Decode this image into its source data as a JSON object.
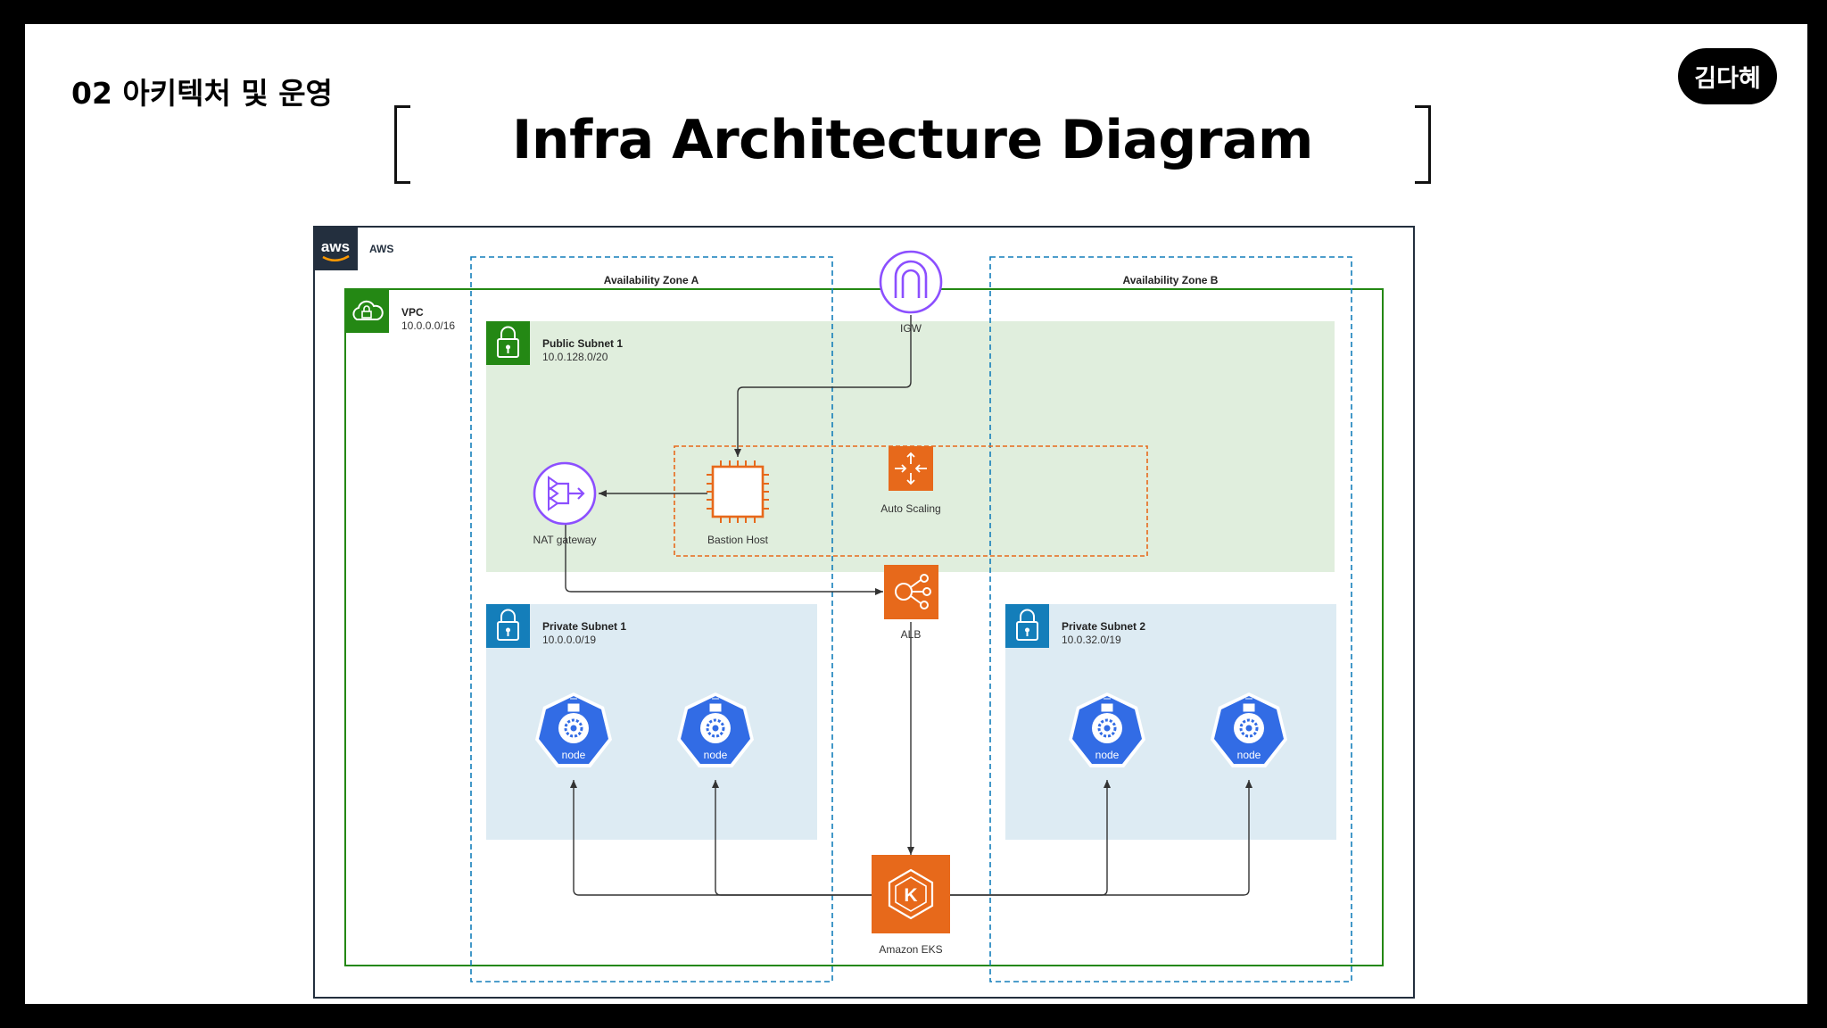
{
  "header": {
    "section": "02 아키텍처 및 운영",
    "author": "김다혜",
    "title": "Infra Architecture Diagram"
  },
  "diagram": {
    "aws_logo": "aws",
    "aws_label": "AWS",
    "vpc": {
      "label": "VPC",
      "cidr": "10.0.0.0/16"
    },
    "zone_a": "Availability Zone A",
    "zone_b": "Availability Zone B",
    "public_subnet": {
      "label": "Public Subnet 1",
      "cidr": "10.0.128.0/20"
    },
    "private_subnet_1": {
      "label": "Private Subnet 1",
      "cidr": "10.0.0.0/19"
    },
    "private_subnet_2": {
      "label": "Private Subnet 2",
      "cidr": "10.0.32.0/19"
    },
    "igw": "IGW",
    "nat": "NAT gateway",
    "bastion": "Bastion Host",
    "autoscaling": "Auto Scaling",
    "alb": "ALB",
    "eks": "Amazon EKS",
    "eks_letter": "K",
    "node_label": "node",
    "icons": {
      "aws": "aws-logo-icon",
      "vpc": "cloud-lock-icon",
      "subnet": "padlock-icon",
      "igw": "internet-gateway-icon",
      "nat": "nat-gateway-icon",
      "bastion": "ec2-chip-icon",
      "autoscaling": "auto-scaling-icon",
      "alb": "load-balancer-icon",
      "eks": "eks-icon",
      "node": "kubernetes-node-icon"
    },
    "colors": {
      "aws_dark": "#232f3e",
      "vpc_green": "#248814",
      "public_fill": "#e0eedd",
      "private_fill": "#ddebf3",
      "subnet_blue": "#147eba",
      "zone_border": "#147eba",
      "purple": "#8c4fff",
      "orange": "#e7691b",
      "k8s_blue": "#326ce5"
    }
  }
}
